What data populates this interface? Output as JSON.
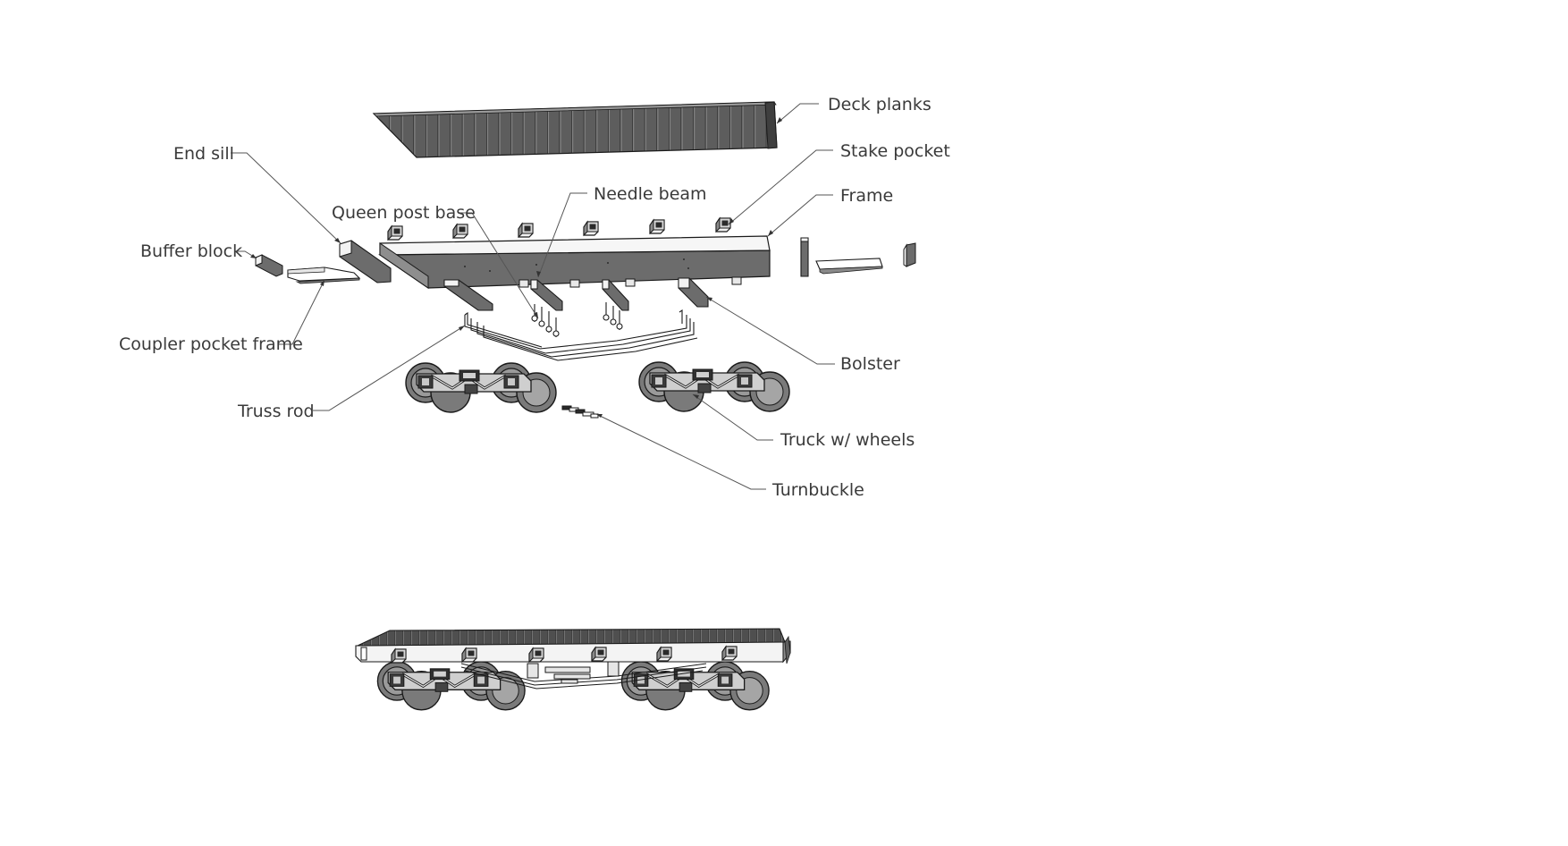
{
  "diagram": {
    "labels": {
      "deck_planks": "Deck planks",
      "stake_pocket": "Stake pocket",
      "frame": "Frame",
      "end_sill": "End sill",
      "needle_beam": "Needle beam",
      "queen_post_base": "Queen post base",
      "buffer_block": "Buffer block",
      "coupler_pocket_frame": "Coupler pocket frame",
      "bolster": "Bolster",
      "truss_rod": "Truss rod",
      "truck_w_wheels": "Truck w/ wheels",
      "turnbuckle": "Turnbuckle"
    },
    "colors": {
      "background": "#ffffff",
      "dark_face": "#6e6e6e",
      "light_face": "#f4f4f4",
      "mid_face": "#9c9c9c",
      "outline": "#1a1a1a",
      "leader": "#555555",
      "text": "#3a3a3a"
    }
  }
}
